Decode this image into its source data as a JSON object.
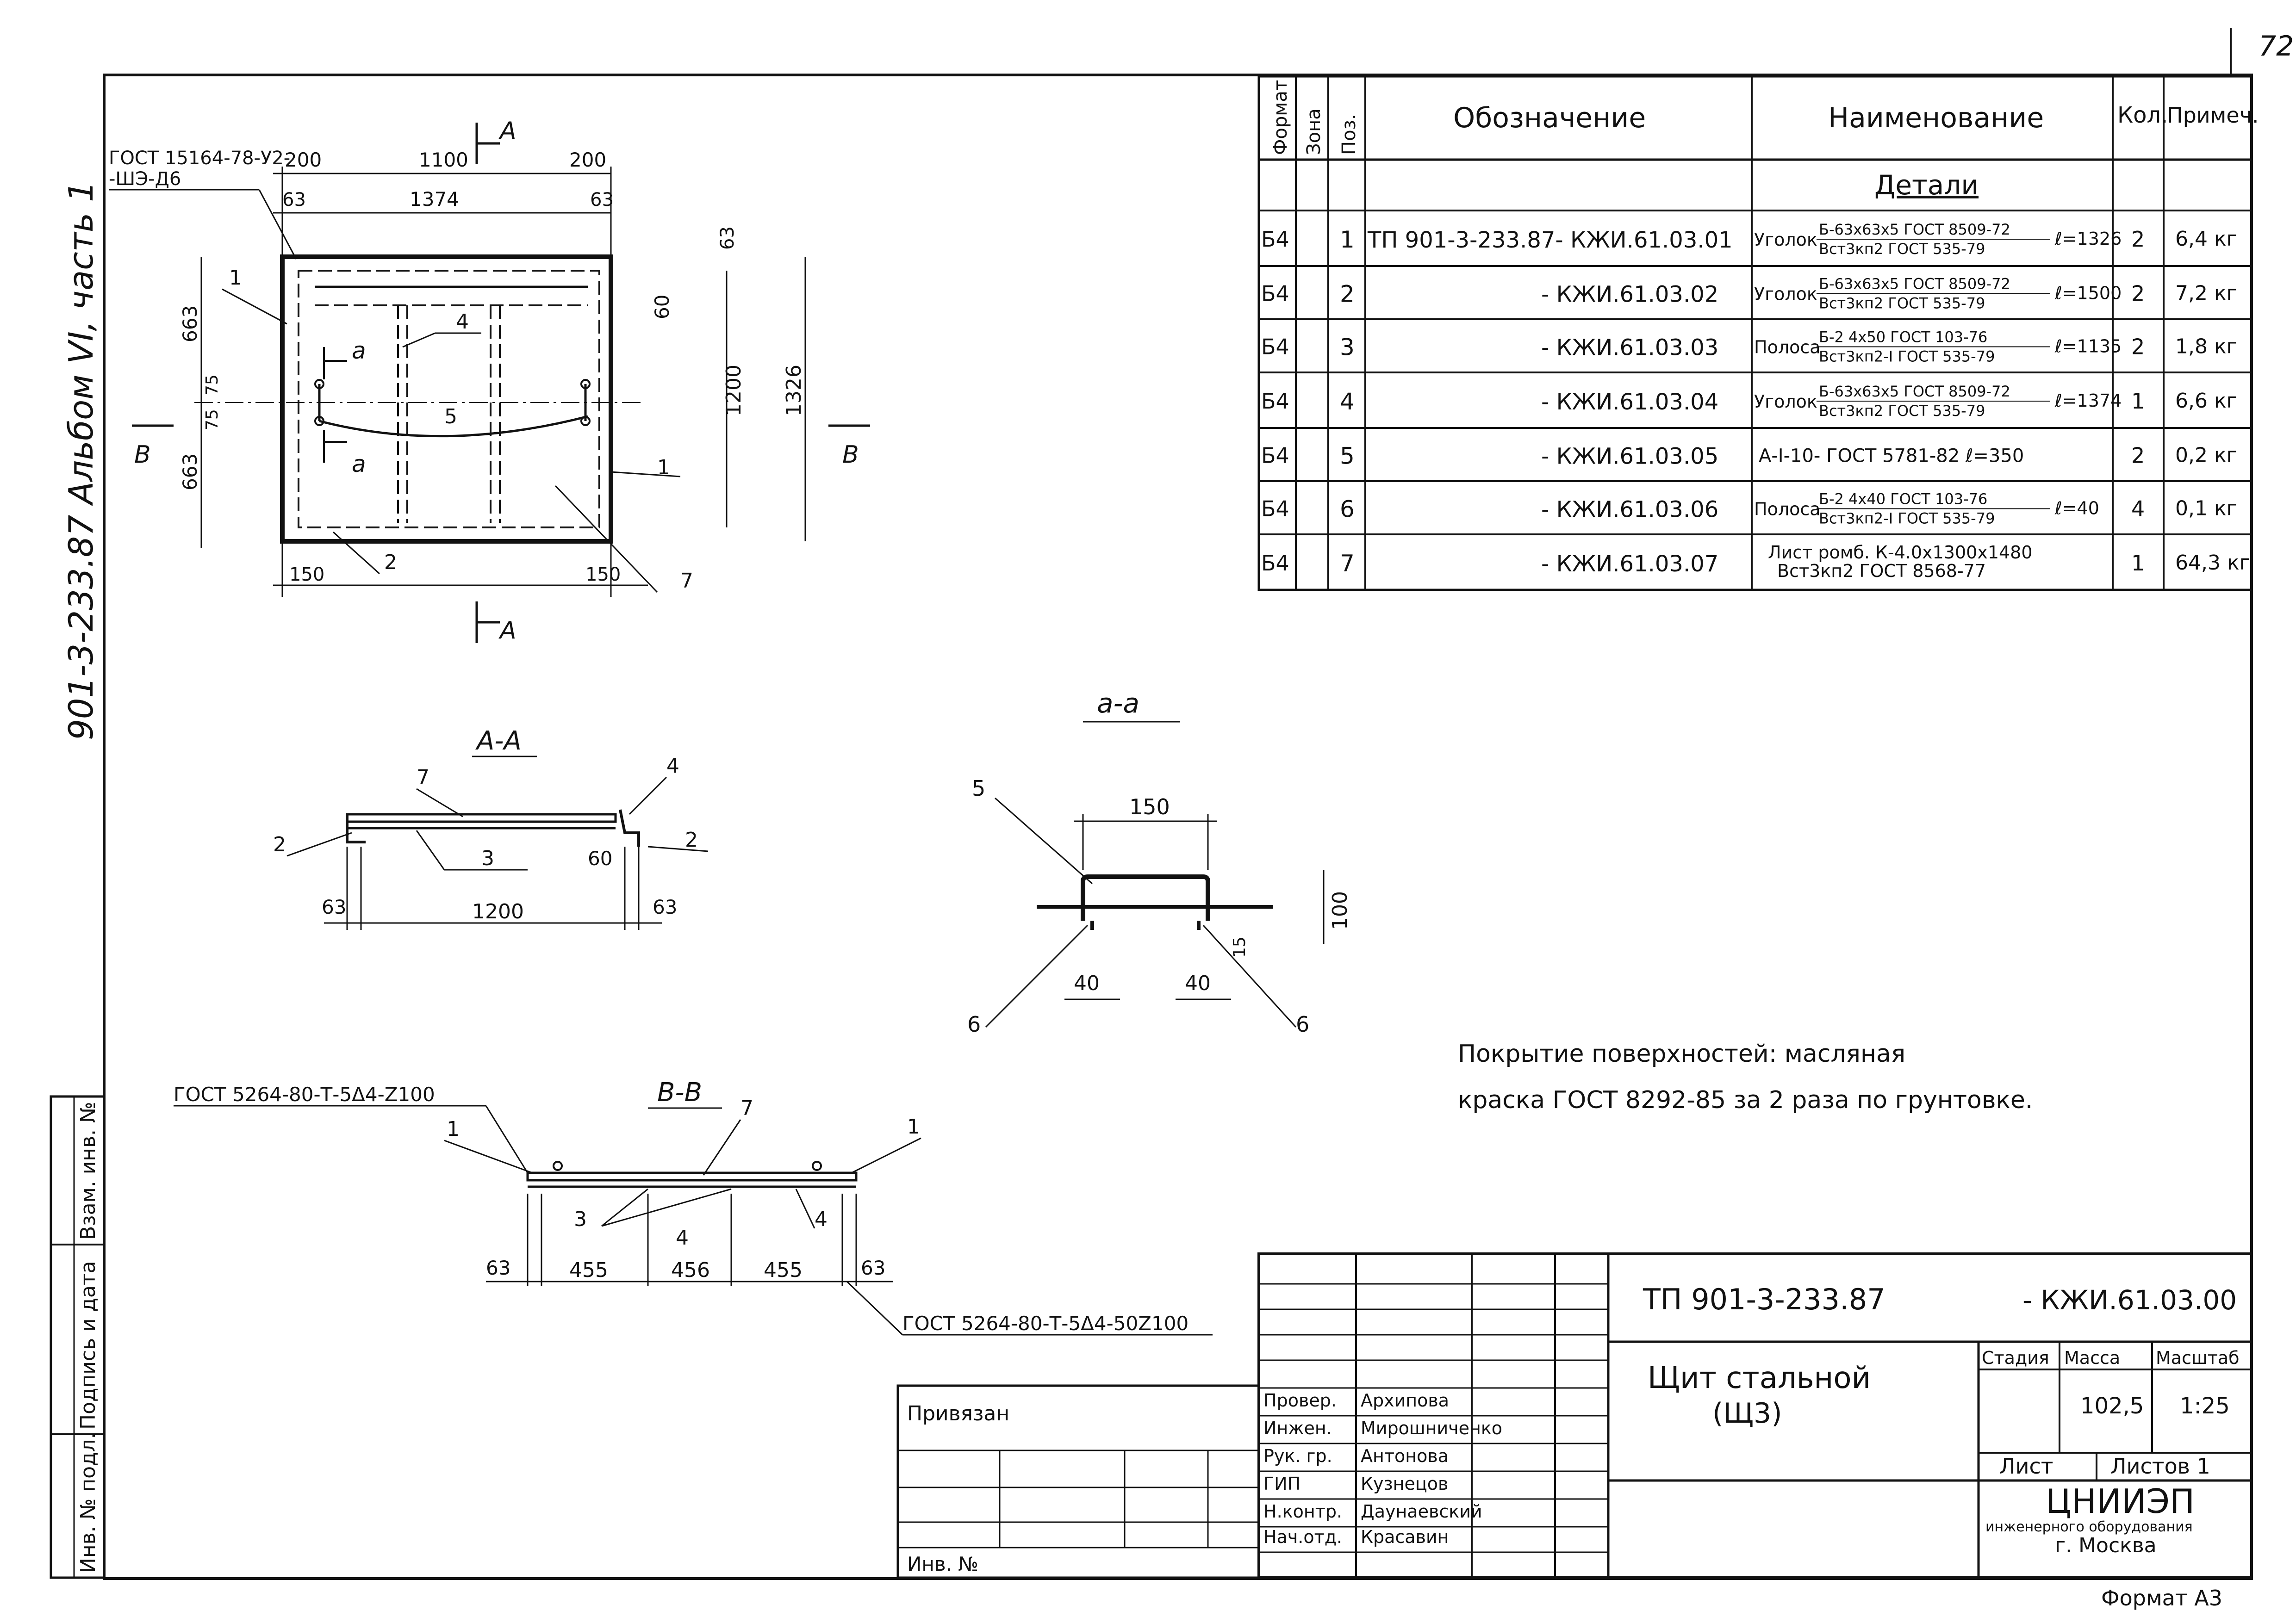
{
  "page_number": "72",
  "side_labels": {
    "album": "901-3-233.87 Альбом VI, часть 1",
    "stamps": [
      "Инв. № подл.",
      "Подпись и дата",
      "Взам. инв. №"
    ]
  },
  "spec_table": {
    "headers": [
      "Формат",
      "Зона",
      "Поз.",
      "Обозначение",
      "Наименование",
      "Кол.",
      "Примеч."
    ],
    "section": "Детали",
    "rows": [
      {
        "format": "Б4",
        "pos": "1",
        "designation": "ТП 901-3-233.87- КЖИ.61.03.01",
        "name_top": "Б-63х63х5 ГОСТ 8509-72",
        "name_bottom": "Вст3кп2 ГОСТ 535-79",
        "name_prefix": "Уголок",
        "length": "ℓ=1326",
        "qty": "2",
        "note": "6,4 кг"
      },
      {
        "format": "Б4",
        "pos": "2",
        "designation": "- КЖИ.61.03.02",
        "name_top": "Б-63х63х5 ГОСТ 8509-72",
        "name_bottom": "Вст3кп2 ГОСТ 535-79",
        "name_prefix": "Уголок",
        "length": "ℓ=1500",
        "qty": "2",
        "note": "7,2 кг"
      },
      {
        "format": "Б4",
        "pos": "3",
        "designation": "- КЖИ.61.03.03",
        "name_top": "Б-2 4х50 ГОСТ 103-76",
        "name_bottom": "Вст3кп2-I ГОСТ 535-79",
        "name_prefix": "Полоса",
        "length": "ℓ=1135",
        "qty": "2",
        "note": "1,8 кг"
      },
      {
        "format": "Б4",
        "pos": "4",
        "designation": "- КЖИ.61.03.04",
        "name_top": "Б-63х63х5 ГОСТ 8509-72",
        "name_bottom": "Вст3кп2 ГОСТ 535-79",
        "name_prefix": "Уголок",
        "length": "ℓ=1374",
        "qty": "1",
        "note": "6,6 кг"
      },
      {
        "format": "Б4",
        "pos": "5",
        "designation": "- КЖИ.61.03.05",
        "name_single": "А-I-10- ГОСТ 5781-82   ℓ=350",
        "qty": "2",
        "note": "0,2 кг"
      },
      {
        "format": "Б4",
        "pos": "6",
        "designation": "- КЖИ.61.03.06",
        "name_top": "Б-2 4х40 ГОСТ 103-76",
        "name_bottom": "Вст3кп2-I ГОСТ 535-79",
        "name_prefix": "Полоса",
        "length": "ℓ=40",
        "qty": "4",
        "note": "0,1 кг"
      },
      {
        "format": "Б4",
        "pos": "7",
        "designation": "- КЖИ.61.03.07",
        "name_top": "Лист ромб. К-4.0х1300х1480",
        "name_bottom": "Вст3кп2 ГОСТ 8568-77",
        "qty": "1",
        "note": "64,3 кг"
      }
    ]
  },
  "plan_view": {
    "gost_note_1": "ГОСТ 15164-78-У2-",
    "gost_note_2": "-ШЭ-Д6",
    "section_a": "А",
    "section_b": "В",
    "section_small_a": "а",
    "dims": [
      "200",
      "1100",
      "200",
      "63",
      "1374",
      "63",
      "663",
      "75",
      "75",
      "663",
      "60",
      "1200",
      "1326",
      "63",
      "150",
      "150"
    ],
    "positions": [
      "1",
      "4",
      "5",
      "1",
      "2",
      "7"
    ]
  },
  "section_AA": {
    "title": "А-А",
    "dims": [
      "63",
      "1200",
      "60",
      "63"
    ],
    "positions": [
      "7",
      "4",
      "2",
      "3",
      "2"
    ]
  },
  "section_aa": {
    "title": "а-а",
    "dims": [
      "150",
      "100",
      "40",
      "40",
      "15"
    ],
    "positions": [
      "5",
      "6",
      "6"
    ]
  },
  "section_BB": {
    "title": "В-В",
    "weld_top": "ГОСТ 5264-80-Т-5Δ4-Z100",
    "weld_bottom": "ГОСТ 5264-80-Т-5Δ4-50Z100",
    "dims": [
      "63",
      "455",
      "456",
      "455",
      "63"
    ],
    "positions": [
      "1",
      "7",
      "1",
      "3",
      "4",
      "4"
    ]
  },
  "coating_note": {
    "line1": "Покрытие поверхностей: масляная",
    "line2": "краска ГОСТ 8292-85 за 2 раза по грунтовке."
  },
  "title_block": {
    "project": "ТП 901-3-233.87",
    "code": "- КЖИ.61.03.00",
    "name_line1": "Щит стальной",
    "name_line2": "(Щ3)",
    "stage_label": "Стадия",
    "mass_label": "Масса",
    "scale_label": "Масштаб",
    "mass": "102,5",
    "scale": "1:25",
    "sheet_label": "Лист",
    "sheets_label": "Листов 1",
    "org1": "ЦНИИЭП",
    "org2": "инженерного оборудования",
    "org3": "г. Москва",
    "format": "Формат А3",
    "bound": "Привязан",
    "inv": "Инв. №",
    "people": [
      {
        "role": "Провер.",
        "name": "Архипова"
      },
      {
        "role": "Инжен.",
        "name": "Мирошниченко"
      },
      {
        "role": "Рук. гр.",
        "name": "Антонова"
      },
      {
        "role": "ГИП",
        "name": "Кузнецов"
      },
      {
        "role": "Н.контр.",
        "name": "Даунаевский"
      },
      {
        "role": "Нач.отд.",
        "name": "Красавин"
      }
    ]
  }
}
